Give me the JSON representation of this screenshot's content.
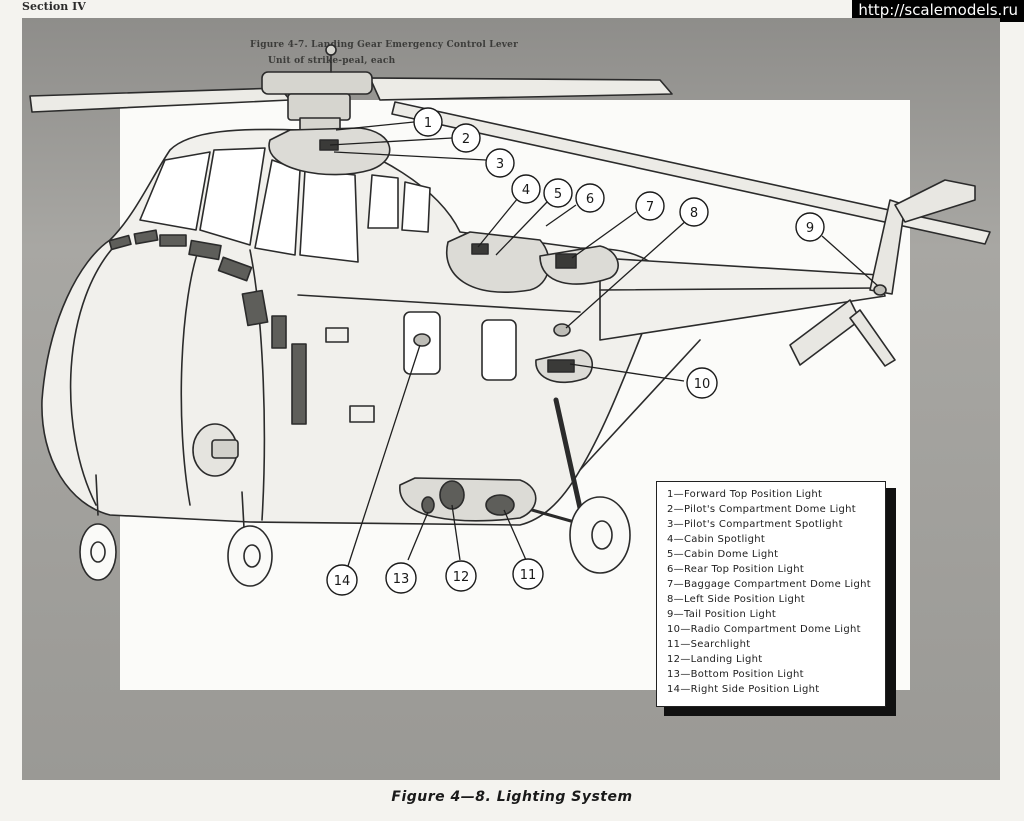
{
  "header": {
    "text": "Section IV"
  },
  "watermark": "http://scalemodels.ru",
  "bleed_lines": [
    "Figure 4-7. Landing Gear Emergency Control Lever",
    "Unit of strike-peal, each"
  ],
  "callouts": [
    "1",
    "2",
    "3",
    "4",
    "5",
    "6",
    "7",
    "8",
    "9",
    "10",
    "11",
    "12",
    "13",
    "14"
  ],
  "legend": {
    "items": [
      "1—Forward Top Position Light",
      "2—Pilot's Compartment Dome Light",
      "3—Pilot's Compartment Spotlight",
      "4—Cabin Spotlight",
      "5—Cabin Dome Light",
      "6—Rear Top Position Light",
      "7—Baggage Compartment Dome Light",
      "8—Left Side Position Light",
      "9—Tail Position Light",
      "10—Radio Compartment Dome Light",
      "11—Searchlight",
      "12—Landing Light",
      "13—Bottom Position Light",
      "14—Right Side Position Light"
    ]
  },
  "caption": "Figure 4—8. Lighting System"
}
